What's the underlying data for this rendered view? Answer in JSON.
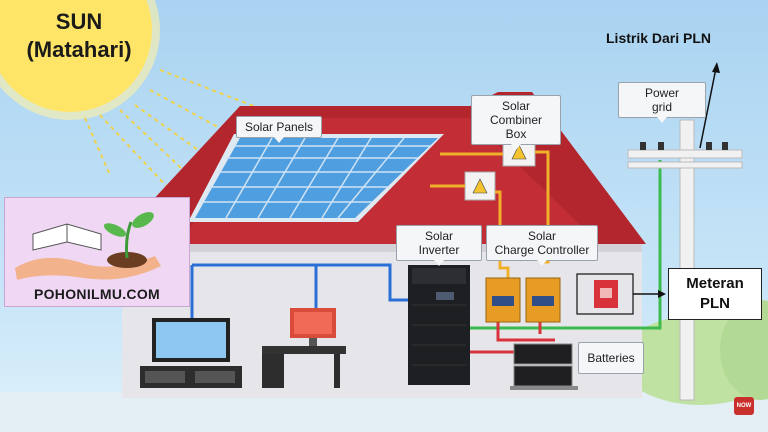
{
  "sun": {
    "line1": "SUN",
    "line2": "(Matahari)"
  },
  "labels": {
    "solar_panels": "Solar Panels",
    "solar_combiner_box": [
      "Solar",
      "Combiner Box"
    ],
    "power_grid": [
      "Power",
      "grid"
    ],
    "solar_inverter": "Solar Inverter",
    "solar_charge_controller": [
      "Solar",
      "Charge Controller"
    ],
    "batteries": "Batteries"
  },
  "annotations": {
    "listrik_dari_pln": "Listrik Dari PLN",
    "meteran_pln": [
      "Meteran",
      "PLN"
    ]
  },
  "logo": {
    "text": "POHONILMU.COM"
  },
  "badge": {
    "text": "NOW"
  },
  "colors": {
    "sky": "#b9dcf4",
    "roof": "#b3262e",
    "wall": "#e6e6ea",
    "panel": "#4f9fe0",
    "dc_wire": "#f0b02a",
    "ac_wire": "#2a6fd6",
    "green_wire": "#3cba4e",
    "red_wire": "#d8323a",
    "sun": "#ffe567"
  }
}
